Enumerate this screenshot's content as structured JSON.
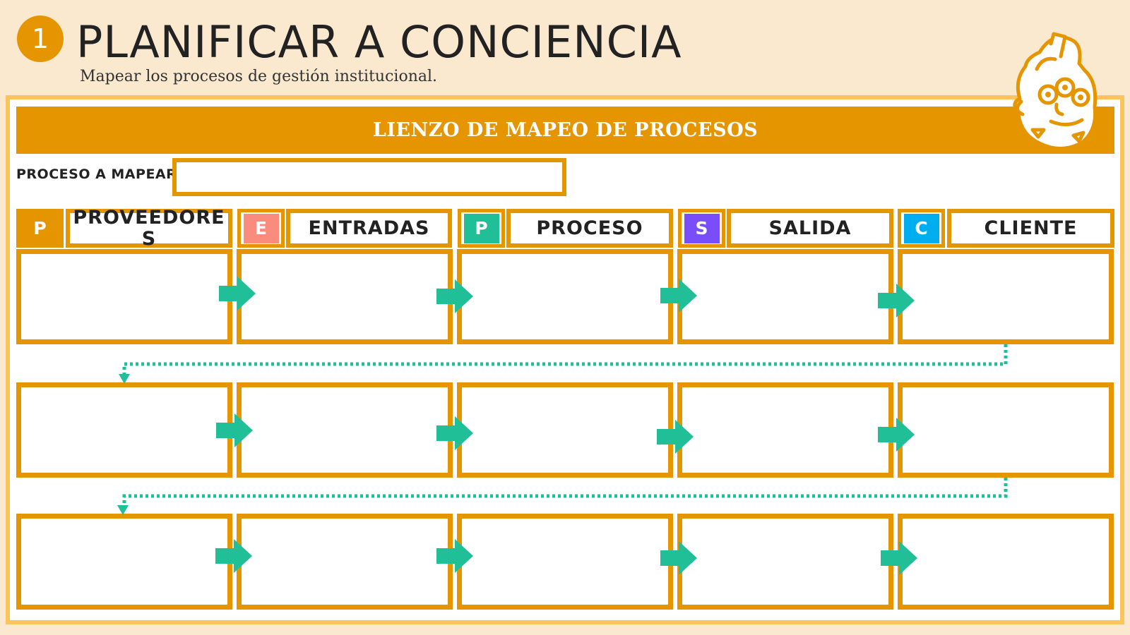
{
  "header": {
    "step_number": "1",
    "title": "PLANIFICAR A CONCIENCIA",
    "subtitle": "Mapear los procesos de gestión institucional."
  },
  "canvas": {
    "title": "LIENZO DE MAPEO DE PROCESOS",
    "process_label": "PROCESO A MAPEAR",
    "process_value": ""
  },
  "columns": [
    {
      "letter": "P",
      "label": "PROVEEDORES",
      "color": "#e59500"
    },
    {
      "letter": "E",
      "label": "ENTRADAS",
      "color": "#f98c7c"
    },
    {
      "letter": "P",
      "label": "PROCESO",
      "color": "#21bf97"
    },
    {
      "letter": "S",
      "label": "SALIDA",
      "color": "#7a4dfa"
    },
    {
      "letter": "C",
      "label": "CLIENTE",
      "color": "#00aeef"
    }
  ],
  "rows": [
    [
      "",
      "",
      "",
      "",
      ""
    ],
    [
      "",
      "",
      "",
      "",
      ""
    ],
    [
      "",
      "",
      "",
      "",
      ""
    ]
  ],
  "colors": {
    "accent": "#e59500",
    "frame": "#fcc45d",
    "background": "#fbe9cf",
    "arrow": "#21bf97"
  },
  "icons": {
    "mascot": "cartoon-face-icon",
    "arrow": "arrow-right-icon",
    "connector": "dotted-return-arrow-icon"
  }
}
